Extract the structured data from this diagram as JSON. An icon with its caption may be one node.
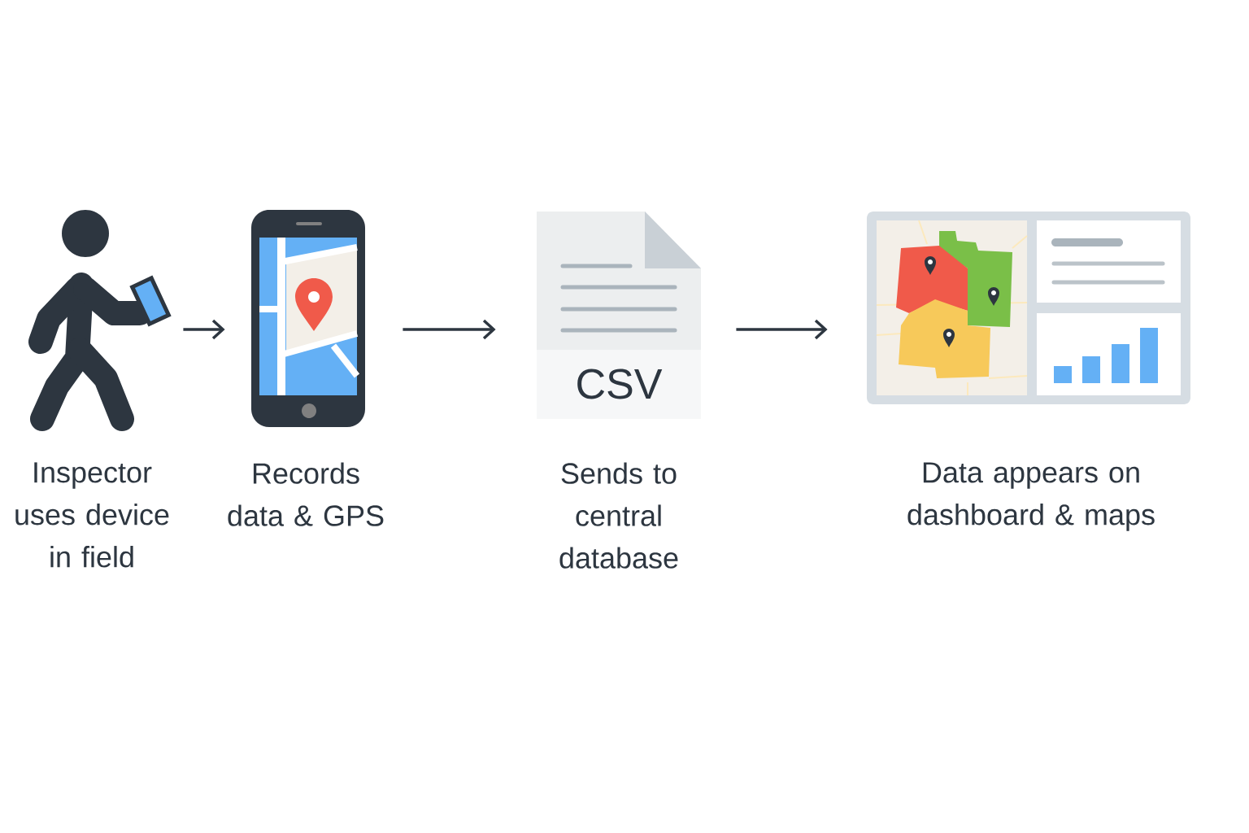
{
  "diagram": {
    "nodes": [
      {
        "text": [],
        "shape": "person",
        "beside": [
          "Inspector uses device in field"
        ]
      },
      {
        "text": [],
        "shape": "picture",
        "beside": [
          "Records data & GPS"
        ]
      },
      {
        "text": [
          "CSV"
        ],
        "beside": [
          "Sends to central database"
        ]
      },
      {
        "text": [],
        "shape": "picture",
        "beside": [
          "Data appears on dashboard & maps"
        ]
      }
    ],
    "edges": [
      {
        "from": 0,
        "to": 1,
        "arrow": "to"
      },
      {
        "from": 1,
        "to": 2,
        "arrow": "to"
      },
      {
        "from": 2,
        "to": 3,
        "arrow": "to"
      }
    ]
  }
}
